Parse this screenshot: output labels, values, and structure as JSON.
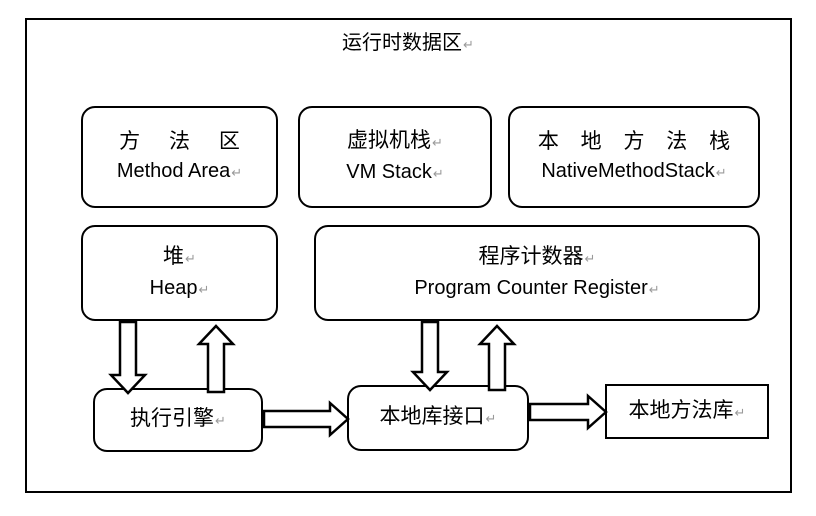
{
  "diagram": {
    "title": "运行时数据区",
    "pilcrow": "↵",
    "frame_color": "#000000",
    "background_color": "#ffffff"
  },
  "runtime_data_area": {
    "label": "运行时数据区",
    "boxes": [
      {
        "id": "method-area",
        "cn": "方 法 区",
        "en": "Method Area",
        "shape": "rounded-rect"
      },
      {
        "id": "vm-stack",
        "cn": "虚拟机栈",
        "en": "VM Stack",
        "shape": "rounded-rect"
      },
      {
        "id": "native-method-stack",
        "cn": "本 地 方 法 栈",
        "en": "NativeMethodStack",
        "shape": "rounded-rect"
      },
      {
        "id": "heap",
        "cn": "堆",
        "en": "Heap",
        "shape": "rounded-rect"
      },
      {
        "id": "program-counter-register",
        "cn": "程序计数器",
        "en": "Program Counter Register",
        "shape": "rounded-rect"
      }
    ]
  },
  "engine_row": {
    "boxes": [
      {
        "id": "execution-engine",
        "cn": "执行引擎",
        "shape": "rounded-rect"
      },
      {
        "id": "native-library-interface",
        "cn": "本地库接口",
        "shape": "rounded-rect"
      },
      {
        "id": "native-method-library",
        "cn": "本地方法库",
        "shape": "rect"
      }
    ]
  },
  "arrows": [
    {
      "id": "heap-to-engine",
      "direction": "down",
      "style": "hollow-block"
    },
    {
      "id": "engine-to-heap",
      "direction": "up",
      "style": "hollow-block"
    },
    {
      "id": "pc-to-native-iface",
      "direction": "down",
      "style": "hollow-block"
    },
    {
      "id": "native-iface-to-pc",
      "direction": "up",
      "style": "hollow-block"
    },
    {
      "id": "engine-to-native-iface",
      "direction": "right",
      "style": "hollow-block"
    },
    {
      "id": "native-iface-to-lib",
      "direction": "right",
      "style": "hollow-block"
    }
  ]
}
